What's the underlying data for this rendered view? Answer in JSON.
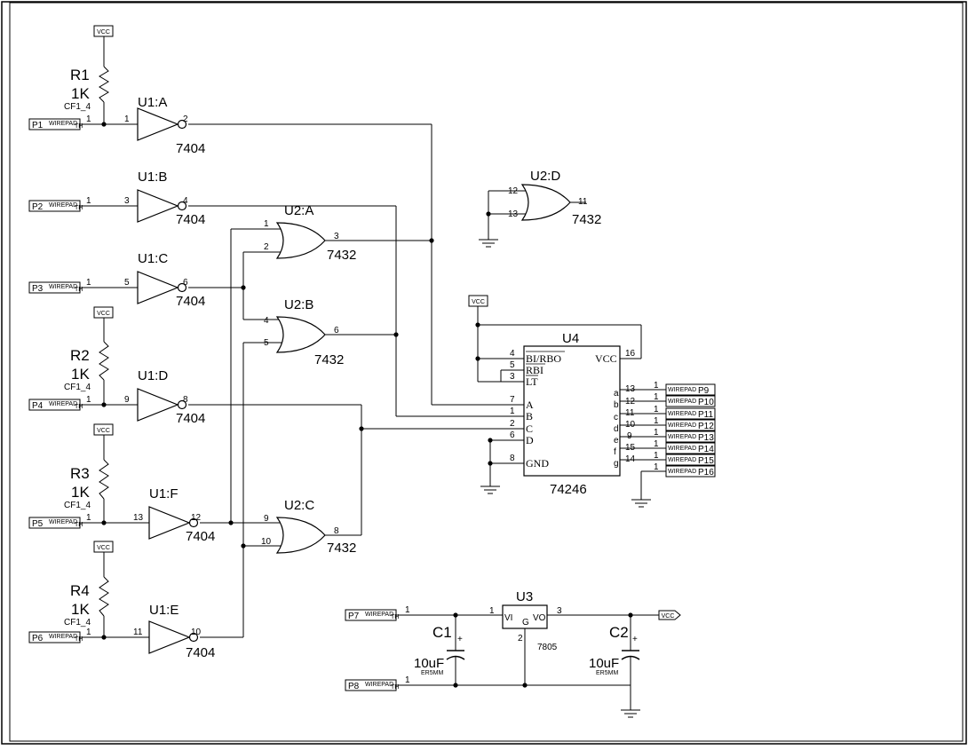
{
  "power": {
    "vcc": "VCC"
  },
  "pads": {
    "p1": "P1",
    "p2": "P2",
    "p3": "P3",
    "p4": "P4",
    "p5": "P5",
    "p6": "P6",
    "p7": "P7",
    "p8": "P8",
    "p9": "P9",
    "p10": "P10",
    "p11": "P11",
    "p12": "P12",
    "p13": "P13",
    "p14": "P14",
    "p15": "P15",
    "p16": "P16",
    "type": "WIREPAD",
    "th": "TH"
  },
  "resistors": [
    {
      "ref": "R1",
      "value": "1K",
      "footprint": "CF1_4"
    },
    {
      "ref": "R2",
      "value": "1K",
      "footprint": "CF1_4"
    },
    {
      "ref": "R3",
      "value": "1K",
      "footprint": "CF1_4"
    },
    {
      "ref": "R4",
      "value": "1K",
      "footprint": "CF1_4"
    }
  ],
  "inverters": [
    {
      "ref": "U1:A",
      "part": "7404",
      "in": "1",
      "out": "2"
    },
    {
      "ref": "U1:B",
      "part": "7404",
      "in": "3",
      "out": "4"
    },
    {
      "ref": "U1:C",
      "part": "7404",
      "in": "5",
      "out": "6"
    },
    {
      "ref": "U1:D",
      "part": "7404",
      "in": "9",
      "out": "8"
    },
    {
      "ref": "U1:F",
      "part": "7404",
      "in": "13",
      "out": "12"
    },
    {
      "ref": "U1:E",
      "part": "7404",
      "in": "11",
      "out": "10"
    }
  ],
  "or_gates": [
    {
      "ref": "U2:A",
      "part": "7432",
      "in1": "1",
      "in2": "2",
      "out": "3"
    },
    {
      "ref": "U2:B",
      "part": "7432",
      "in1": "4",
      "in2": "5",
      "out": "6"
    },
    {
      "ref": "U2:C",
      "part": "7432",
      "in1": "9",
      "in2": "10",
      "out": "8"
    },
    {
      "ref": "U2:D",
      "part": "7432",
      "in1": "12",
      "in2": "13",
      "out": "11"
    }
  ],
  "decoder": {
    "ref": "U4",
    "part": "74246",
    "left_pins": [
      {
        "num": "4",
        "name": "BI/RBO"
      },
      {
        "num": "5",
        "name": "RBI"
      },
      {
        "num": "3",
        "name": "LT"
      },
      {
        "num": "7",
        "name": "A"
      },
      {
        "num": "1",
        "name": "B"
      },
      {
        "num": "2",
        "name": "C"
      },
      {
        "num": "6",
        "name": "D"
      },
      {
        "num": "8",
        "name": "GND"
      }
    ],
    "vcc_pin": {
      "num": "16",
      "name": "VCC"
    },
    "right_pins": [
      {
        "num": "13",
        "name": "a"
      },
      {
        "num": "12",
        "name": "b"
      },
      {
        "num": "11",
        "name": "c"
      },
      {
        "num": "10",
        "name": "d"
      },
      {
        "num": "9",
        "name": "e"
      },
      {
        "num": "15",
        "name": "f"
      },
      {
        "num": "14",
        "name": "g"
      }
    ]
  },
  "regulator": {
    "ref": "U3",
    "part": "7805",
    "vi": "VI",
    "vo": "VO",
    "g": "G",
    "pin1": "1",
    "pin2": "2",
    "pin3": "3"
  },
  "capacitors": [
    {
      "ref": "C1",
      "value": "10uF",
      "footprint": "ER5MM",
      "plus": "+"
    },
    {
      "ref": "C2",
      "value": "10uF",
      "footprint": "ER5MM",
      "plus": "+"
    }
  ],
  "pad_pin": "1"
}
